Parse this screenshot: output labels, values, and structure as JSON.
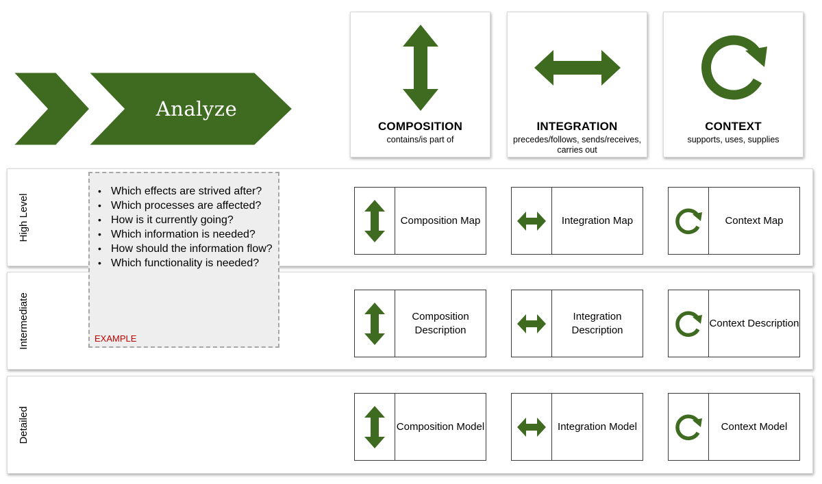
{
  "colors": {
    "accent": "#3e6b20"
  },
  "phase": {
    "label": "Analyze"
  },
  "aspects": [
    {
      "title": "COMPOSITION",
      "sub": "contains/is part of",
      "icon": "vertical-double-arrow-icon"
    },
    {
      "title": "INTEGRATION",
      "sub": "precedes/follows, sends/receives, carries out",
      "icon": "horizontal-double-arrow-icon"
    },
    {
      "title": "CONTEXT",
      "sub": "supports, uses, supplies",
      "icon": "circular-arrow-icon"
    }
  ],
  "levels": [
    {
      "name": "High Level",
      "artifacts": [
        "Composition Map",
        "Integration Map",
        "Context Map"
      ]
    },
    {
      "name": "Intermediate",
      "artifacts": [
        "Composition Description",
        "Integration Description",
        "Context Description"
      ]
    },
    {
      "name": "Detailed",
      "artifacts": [
        "Composition Model",
        "Integration Model",
        "Context Model"
      ]
    }
  ],
  "example": {
    "questions": [
      "Which effects are strived after?",
      "Which processes are affected?",
      "How is it currently going?",
      "Which information is needed?",
      "How should the information flow?",
      "Which functionality is needed?"
    ],
    "tag": "EXAMPLE"
  }
}
